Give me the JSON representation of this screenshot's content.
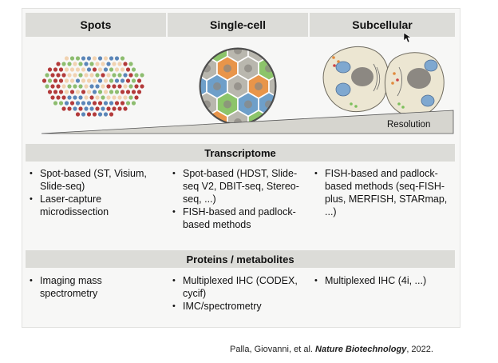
{
  "columns": [
    {
      "title": "Spots"
    },
    {
      "title": "Single-cell"
    },
    {
      "title": "Subcellular"
    }
  ],
  "resolution_label": "Resolution",
  "transcriptome": {
    "title": "Transcriptome",
    "cols": [
      [
        "Spot-based (ST, Visium, Slide-seq)",
        "Laser-capture microdissection"
      ],
      [
        "Spot-based (HDST, Slide-seq V2, DBIT-seq, Stereo-seq, ...)",
        "FISH-based and padlock-based methods"
      ],
      [
        "FISH-based and padlock-based methods (seq-FISH-plus, MERFISH, STARmap, ...)"
      ]
    ]
  },
  "proteins": {
    "title": "Proteins / metabolites",
    "cols": [
      [
        "Imaging mass spectrometry"
      ],
      [
        "Multiplexed IHC (CODEX, cycif)",
        "IMC/spectrometry"
      ],
      [
        "Multiplexed IHC (4i, ...)"
      ]
    ]
  },
  "citation": {
    "authors": "Palla, Giovanni, et al.",
    "journal": "Nature Biotechnology",
    "year": ", 2022."
  },
  "colors": {
    "header_bg": "#dcdcd8",
    "spot_red": "#b33a3a",
    "spot_green": "#8dbd6f",
    "spot_blue": "#5b86b8",
    "spot_peach": "#f1d2b0",
    "cell_blue": "#6e9fc9",
    "cell_green": "#8cc46a",
    "cell_orange": "#e8954a",
    "cell_grey": "#b9b7ae",
    "cytoplasm": "#ede8d6",
    "nucleus_grey": "#8c8882"
  }
}
